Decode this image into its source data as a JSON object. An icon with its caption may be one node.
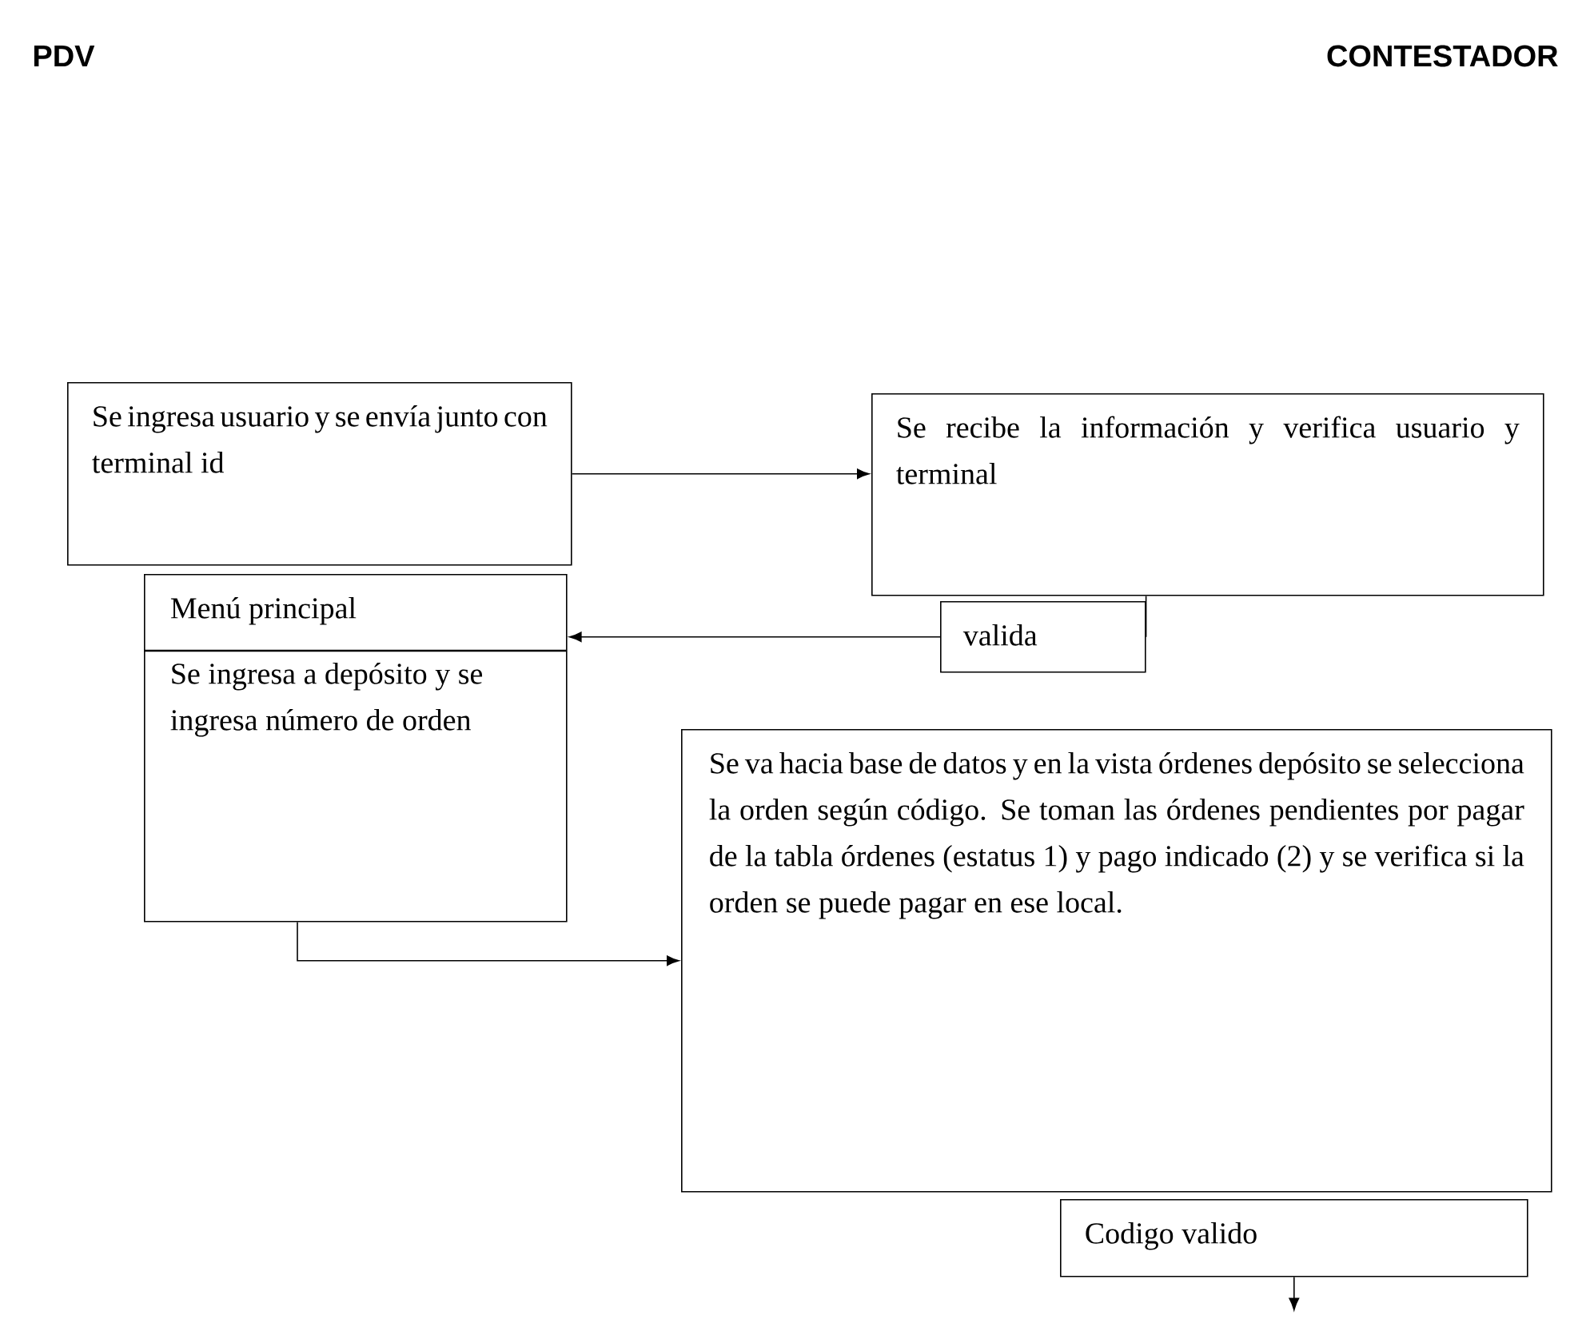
{
  "diagram": {
    "nodes": [
      {
        "text": [
          "Se ingresa usuario y se envía junto con terminal id"
        ]
      },
      {
        "text": [
          "Se recibe la información y verifica usuario y terminal"
        ]
      },
      {
        "text": [
          "valida"
        ]
      },
      {
        "text": [
          "Menú principal",
          "Se ingresa a depósito y se ingresa número de orden"
        ]
      },
      {
        "text": [
          "Se va hacia base de datos y en la vista órdenes depósito se selecciona la orden según código. Se toman las órdenes pendientes por pagar de la tabla órdenes (estatus 1) y pago indicado (2) y se verifica si la orden se puede pagar en ese local."
        ]
      },
      {
        "text": [
          "Codigo valido"
        ]
      }
    ],
    "edges": [
      {
        "from": 0,
        "to": 1,
        "arrow": "to"
      },
      {
        "from": 1,
        "to": 2,
        "arrow": "none"
      },
      {
        "from": 2,
        "to": 3,
        "arrow": "to"
      },
      {
        "from": 3,
        "to": 4,
        "arrow": "to"
      },
      {
        "from": 5,
        "to": null,
        "arrow": "to"
      }
    ],
    "labels": [
      "PDV",
      "CONTESTADOR"
    ]
  }
}
